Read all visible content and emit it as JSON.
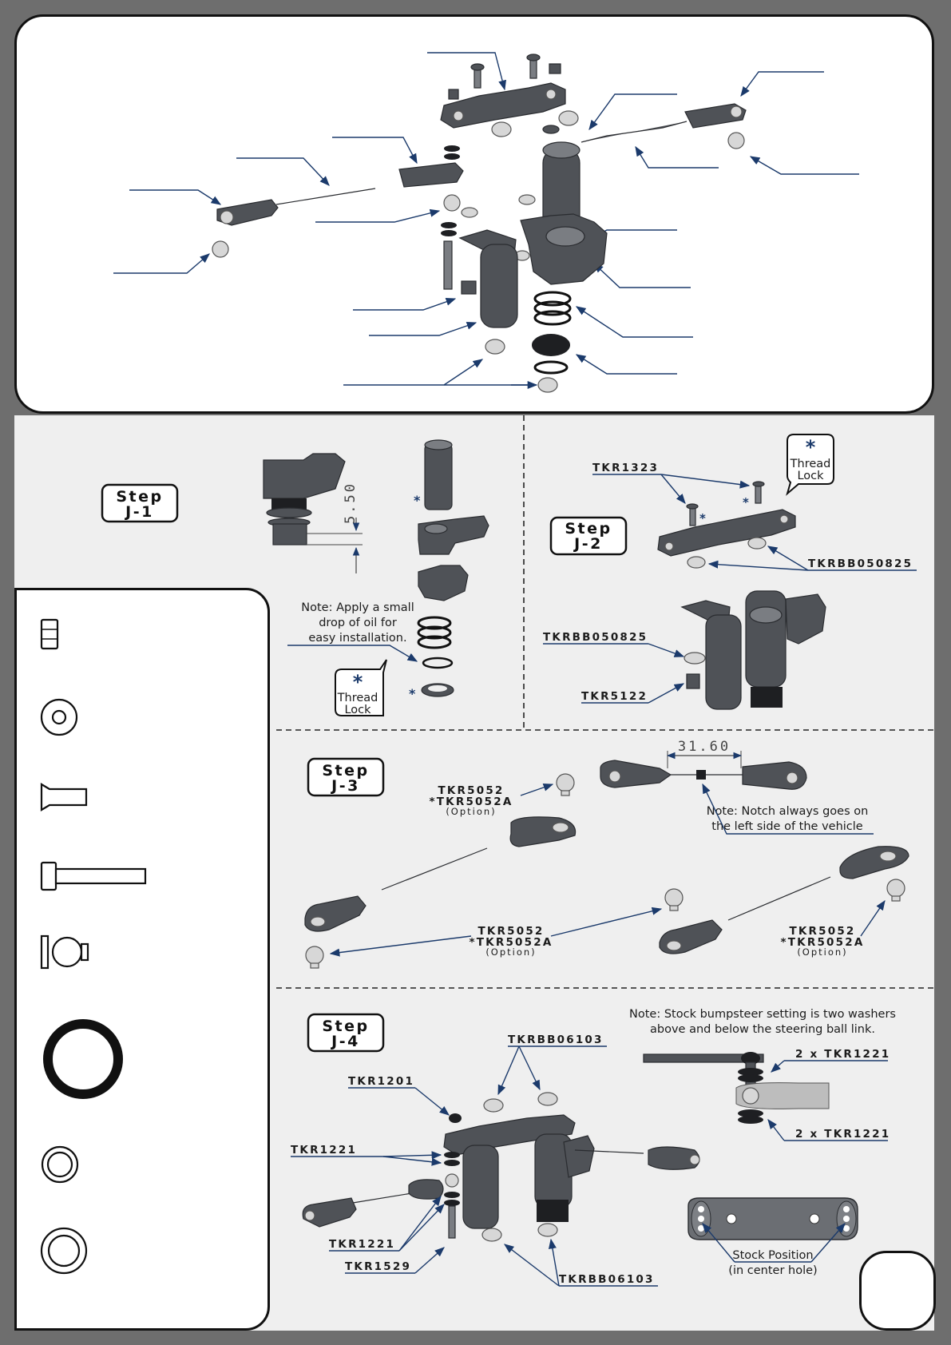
{
  "step_j1": {
    "title_1": "Step",
    "title_2": "J-1",
    "dimension": "5.50",
    "note_lines": [
      "Note: Apply a small",
      "drop of oil for",
      "easy installation."
    ],
    "threadlock_lines": [
      "Thread",
      "Lock"
    ]
  },
  "step_j2": {
    "title_1": "Step",
    "title_2": "J-2",
    "threadlock_lines": [
      "Thread",
      "Lock"
    ],
    "labels": {
      "screw": "TKR1323",
      "bearing_top": "TKRBB050825",
      "bearing_left": "TKRBB050825",
      "bushing": "TKR5122"
    }
  },
  "step_j3": {
    "title_1": "Step",
    "title_2": "J-3",
    "dimension": "31.60",
    "note_lines": [
      "Note: Notch always goes on",
      "the left side of the vehicle"
    ],
    "labels": {
      "ball_top": "TKR5052",
      "ball_top_alt": "*TKR5052A",
      "ball_top_opt": "(Option)",
      "ball_mid": "TKR5052",
      "ball_mid_alt": "*TKR5052A",
      "ball_mid_opt": "(Option)",
      "ball_right": "TKR5052",
      "ball_right_alt": "*TKR5052A",
      "ball_right_opt": "(Option)"
    }
  },
  "step_j4": {
    "title_1": "Step",
    "title_2": "J-4",
    "note_lines": [
      "Note: Stock bumpsteer setting is two washers",
      "above and below the steering ball link."
    ],
    "position_lines": [
      "Stock Position",
      "(in center hole)"
    ],
    "labels": {
      "bearing_top": "TKRBB06103",
      "nut": "TKR1201",
      "washer_upper": "TKR1221",
      "washer_lower": "TKR1221",
      "screw": "TKR1529",
      "bearing_bottom": "TKRBB06103",
      "washer_top_detail": "2 x TKR1221",
      "washer_bottom_detail": "2 x TKR1221"
    }
  },
  "legend": {
    "icons": [
      "locknut-icon",
      "washer-icon",
      "flathead-screw-icon",
      "caphead-screw-icon",
      "pivot-ball-icon",
      "o-ring-icon",
      "shim-icon",
      "thick-shim-icon"
    ]
  },
  "colors": {
    "accent": "#1b3a6b",
    "background": "#6e6e6e",
    "panel": "#efefef",
    "part": "#4f5257"
  }
}
